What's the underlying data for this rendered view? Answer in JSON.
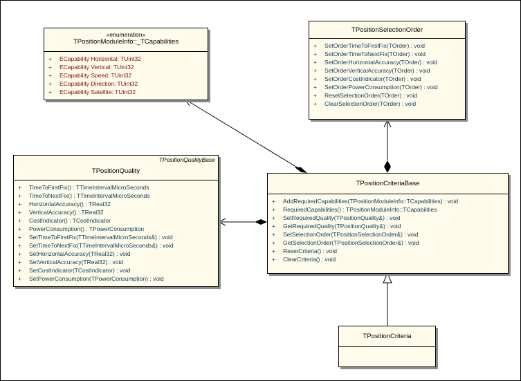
{
  "diagram": {
    "classes": {
      "module_info": {
        "stereotype": "«enumeration»",
        "name": "TPositionModuleInfo::_TCapabilities",
        "members": [
          {
            "vis": "+",
            "text": "ECapability Horizontal:   TUint32"
          },
          {
            "vis": "+",
            "text": "ECapability Vertical:   TUint32"
          },
          {
            "vis": "+",
            "text": "ECapability Speed:   TUint32"
          },
          {
            "vis": "+",
            "text": "ECapability Direction:   TUint32"
          },
          {
            "vis": "+",
            "text": "ECapability Satellite:   TUint32"
          }
        ]
      },
      "selection_order": {
        "name": "TPositionSelectionOrder",
        "members": [
          {
            "vis": "+",
            "text": "SetOrderTimeToFirstFix(TOrder) : void"
          },
          {
            "vis": "+",
            "text": "SetOrderTimeToNextFix(TOrder) : void"
          },
          {
            "vis": "+",
            "text": "SetOrderHorizontalAccuracy(TOrder) : void"
          },
          {
            "vis": "+",
            "text": "SetOrderVerticalAccuracy(TOrder) : void"
          },
          {
            "vis": "+",
            "text": "SetOrderCostIndicator(TOrder) : void"
          },
          {
            "vis": "+",
            "text": "SetOrderPowerConsumption(TOrder) : void"
          },
          {
            "vis": "+",
            "text": "ResetSelectionOrder(TOrder) : void"
          },
          {
            "vis": "+",
            "text": "ClearSelectionOrder(TOrder) : void"
          }
        ]
      },
      "quality": {
        "abstract_base": "TPositionQualityBase",
        "name": "TPositionQuality",
        "members": [
          {
            "vis": "+",
            "text": "TimeToFirstFix() : TTimeIntervalMicroSeconds"
          },
          {
            "vis": "+",
            "text": "TimeToNextFix() : TTimeIntervalMicroSeconds"
          },
          {
            "vis": "+",
            "text": "HorizontalAccuracy() : TReal32"
          },
          {
            "vis": "+",
            "text": "VerticalAccuracy() : TReal32"
          },
          {
            "vis": "+",
            "text": "CostIndicator() : TCostIndicator"
          },
          {
            "vis": "+",
            "text": "PowerConsumption() : TPowerConsumption"
          },
          {
            "vis": "+",
            "text": "SetTimeToFirstFix(TTimeIntervalMicroSeconds&) : void"
          },
          {
            "vis": "+",
            "text": "SetTimeToNextFix(TTimeIntervalMicroSeconds&) : void"
          },
          {
            "vis": "+",
            "text": "SetHorizontalAccuracy(TReal32) : void"
          },
          {
            "vis": "+",
            "text": "SetVerticalAccuracy(TReal32) : void"
          },
          {
            "vis": "+",
            "text": "SetCostIndicator(TCostIndicator) : void"
          },
          {
            "vis": "+",
            "text": "SetPowerConsumption(TPowerConsumption) : void"
          }
        ]
      },
      "criteria_base": {
        "name": "TPositionCriteriaBase",
        "members": [
          {
            "vis": "+",
            "text": "AddRequiredCapabilities(TPositionModuleInfo::TCapabilities) : void"
          },
          {
            "vis": "+",
            "text": "RequiredCapabilities() : TPositionModuleInfo::TCapabilities"
          },
          {
            "vis": "+",
            "text": "SetRequiredQuality(TPositionQuality&) : void"
          },
          {
            "vis": "+",
            "text": "GetRequiredQuality(TPositionQuality&) : void"
          },
          {
            "vis": "+",
            "text": "SetSelectionOrder(TPositionSelectionOrder&) : void"
          },
          {
            "vis": "+",
            "text": "GetSelectionOrder(TPositionSelectionOrder&) : void"
          },
          {
            "vis": "+",
            "text": "ResetCriteria() : void"
          },
          {
            "vis": "+",
            "text": "ClearCriteria() : void"
          }
        ]
      },
      "criteria": {
        "name": "TPositionCriteria",
        "members": []
      }
    },
    "relations": [
      {
        "from": "criteria_base",
        "to": "module_info",
        "kind": "composition"
      },
      {
        "from": "criteria_base",
        "to": "selection_order",
        "kind": "composition"
      },
      {
        "from": "criteria_base",
        "to": "quality",
        "kind": "composition"
      },
      {
        "from": "criteria",
        "to": "criteria_base",
        "kind": "generalization"
      }
    ],
    "colors": {
      "class_fill": "#fffbea",
      "attribute_text": "#7a1010",
      "operation_text": "#0c3b5c",
      "line": "#000000"
    }
  }
}
